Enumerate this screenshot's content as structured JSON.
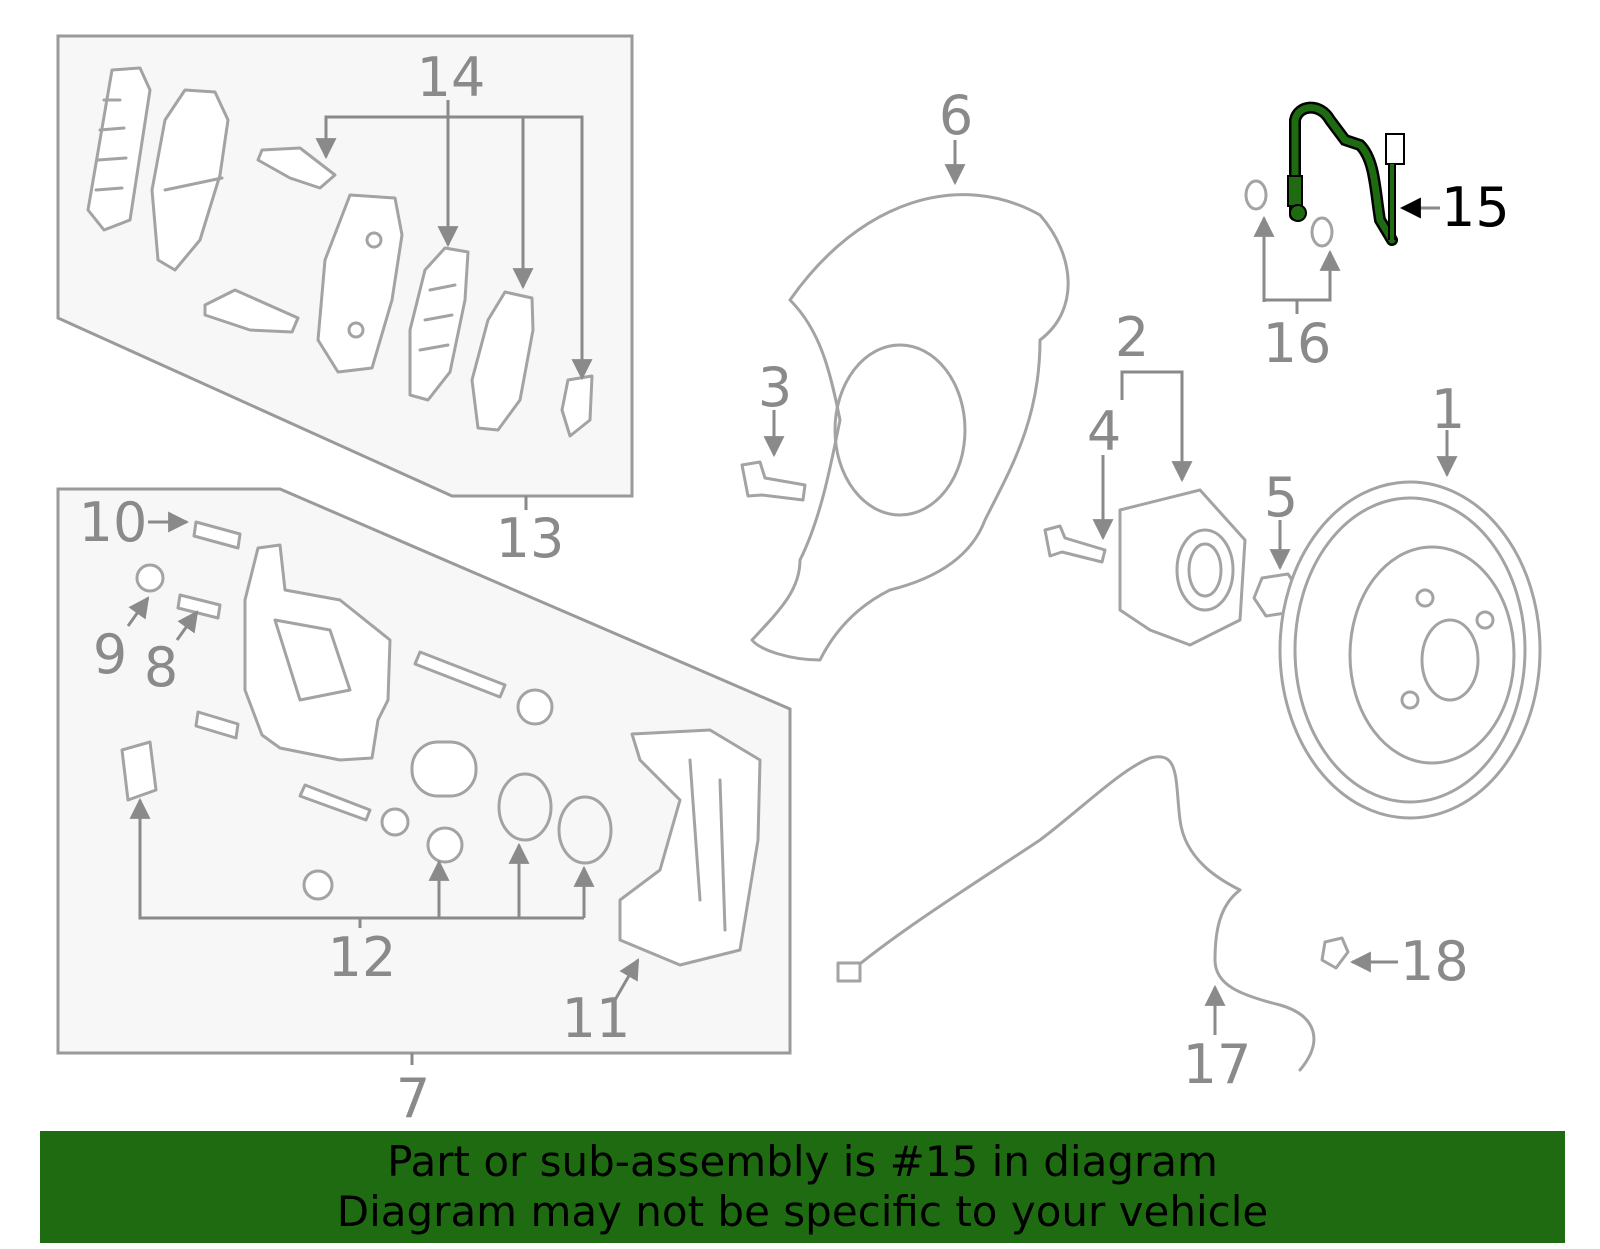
{
  "diagram": {
    "highlight_color": "#1e6b12",
    "highlighted_part": "15",
    "callouts": [
      "1",
      "2",
      "3",
      "4",
      "5",
      "6",
      "7",
      "8",
      "9",
      "10",
      "11",
      "12",
      "13",
      "14",
      "15",
      "16",
      "17",
      "18"
    ]
  },
  "banner": {
    "line1": "Part or sub-assembly is #15 in diagram",
    "line2": "Diagram may not be specific to your vehicle",
    "background": "#1e6b12"
  }
}
